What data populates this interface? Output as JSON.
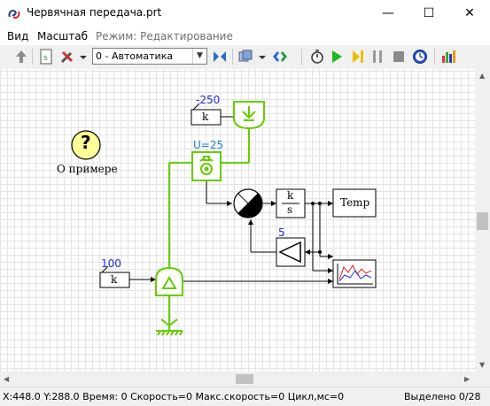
{
  "window": {
    "title": "Червячная передача.prt",
    "minimize_glyph": "—",
    "maximize_glyph": "☐",
    "close_glyph": "✕"
  },
  "menu": {
    "items": [
      "Вид",
      "Масштаб",
      "Режим: Редактирование"
    ]
  },
  "toolbar": {
    "mode_select_value": "0 - Автоматика",
    "icons": [
      "up-arrow-icon",
      "script-icon",
      "tools-icon",
      "dropdown-icon",
      "flip-icon",
      "layers-icon",
      "connect-icon",
      "timer-icon",
      "play-icon",
      "step-icon",
      "pause-icon",
      "stop-icon",
      "clock-icon",
      "chart-icon"
    ]
  },
  "diagram": {
    "about_label": "О примере",
    "about_glyph": "?",
    "k1_value": "-250",
    "k1_symbol": "k",
    "u_label": "U=25",
    "gain_value": "5",
    "integrator_num": "k",
    "integrator_den": "s",
    "temp_label": "Temp",
    "k2_value": "100",
    "k2_symbol": "k",
    "colors": {
      "mechanical": "#66cc00",
      "value_text": "#1a2bd6",
      "u_text": "#1e7fd6",
      "about_fill": "#ffff99"
    }
  },
  "status": {
    "left": "X:448.0  Y:288.0 Время: 0 Скорость=0 Макс.скорость=0 Цикл,мс=0",
    "right": "Выделено 0/28"
  }
}
